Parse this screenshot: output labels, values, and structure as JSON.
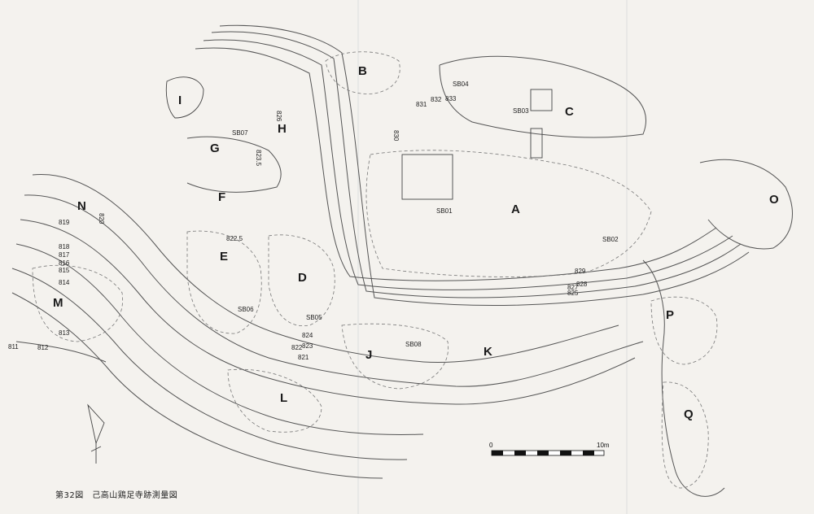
{
  "caption": "第32図　己高山鶏足寺跡測量図",
  "areas": [
    "A",
    "B",
    "C",
    "D",
    "E",
    "F",
    "G",
    "H",
    "I",
    "J",
    "K",
    "L",
    "M",
    "N",
    "O",
    "P",
    "Q"
  ],
  "buildings": [
    "SB01",
    "SB02",
    "SB03",
    "SB04",
    "SB05",
    "SB06",
    "SB07",
    "SB08"
  ],
  "contours": [
    "811",
    "812",
    "813",
    "814",
    "815",
    "816",
    "817",
    "818",
    "819",
    "820",
    "821",
    "822",
    "822.5",
    "823",
    "823.5",
    "824",
    "825",
    "826",
    "827",
    "828",
    "829",
    "830",
    "831",
    "832",
    "833"
  ],
  "scale": {
    "zero": "0",
    "max": "10m"
  },
  "colors": {
    "ink": "#333333",
    "paper": "#f4f2ee"
  }
}
